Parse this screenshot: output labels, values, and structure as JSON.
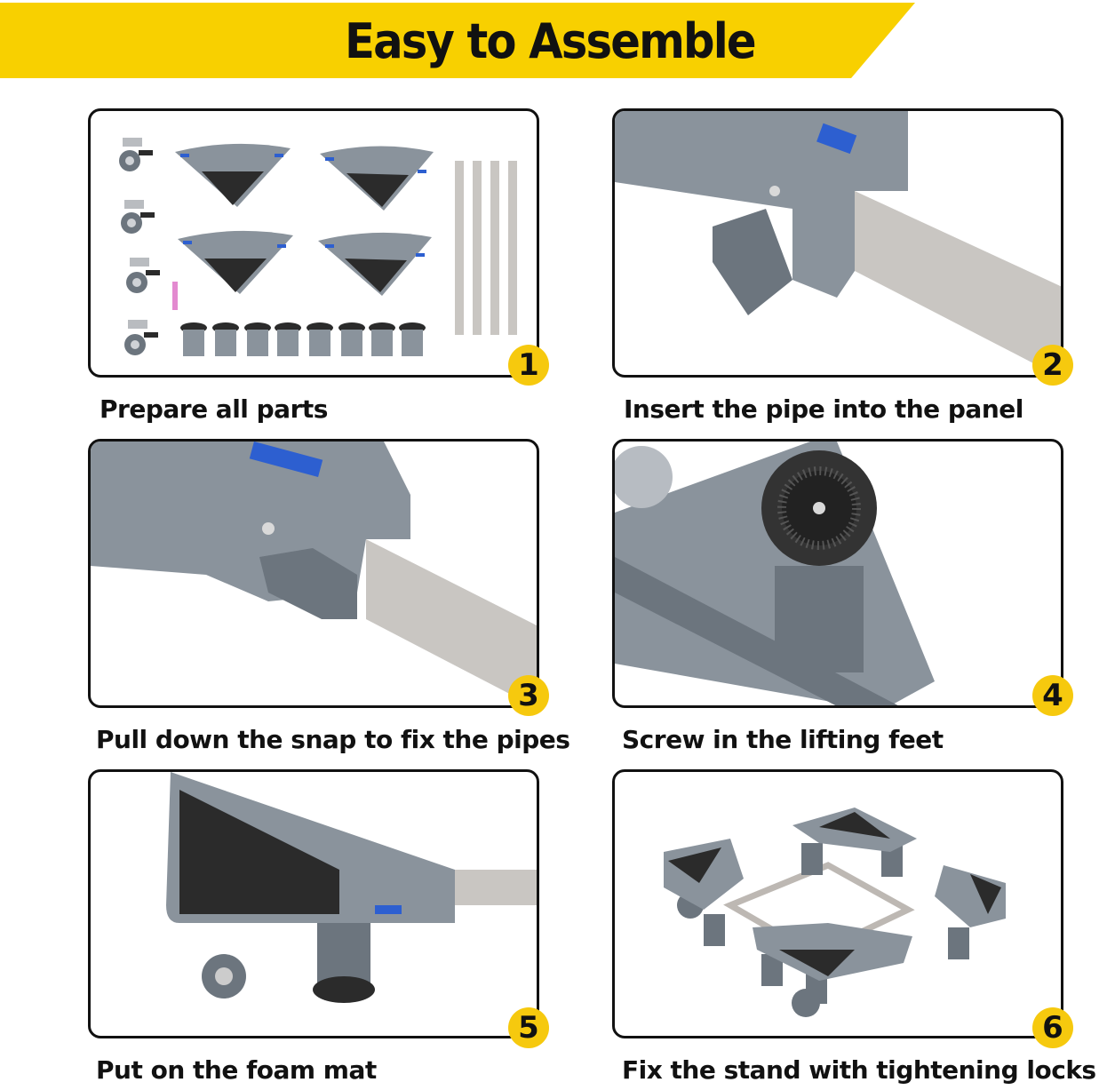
{
  "header": {
    "title": "Easy to Assemble",
    "banner_color": "#f8d000"
  },
  "accent": {
    "badge_color": "#f6c90e",
    "border_color": "#111111"
  },
  "steps": [
    {
      "number": "1",
      "caption": "Prepare all parts",
      "image": "parts-layout"
    },
    {
      "number": "2",
      "caption": "Insert the pipe into the panel",
      "image": "pipe-into-panel"
    },
    {
      "number": "3",
      "caption": "Pull down the snap to fix the pipes",
      "image": "snap-closeup"
    },
    {
      "number": "4",
      "caption": "Screw in the lifting feet",
      "image": "lifting-foot-closeup"
    },
    {
      "number": "5",
      "caption": "Put on the foam mat",
      "image": "foam-mat-corner"
    },
    {
      "number": "6",
      "caption": "Fix the stand with tightening locks",
      "image": "assembled-stand"
    }
  ]
}
